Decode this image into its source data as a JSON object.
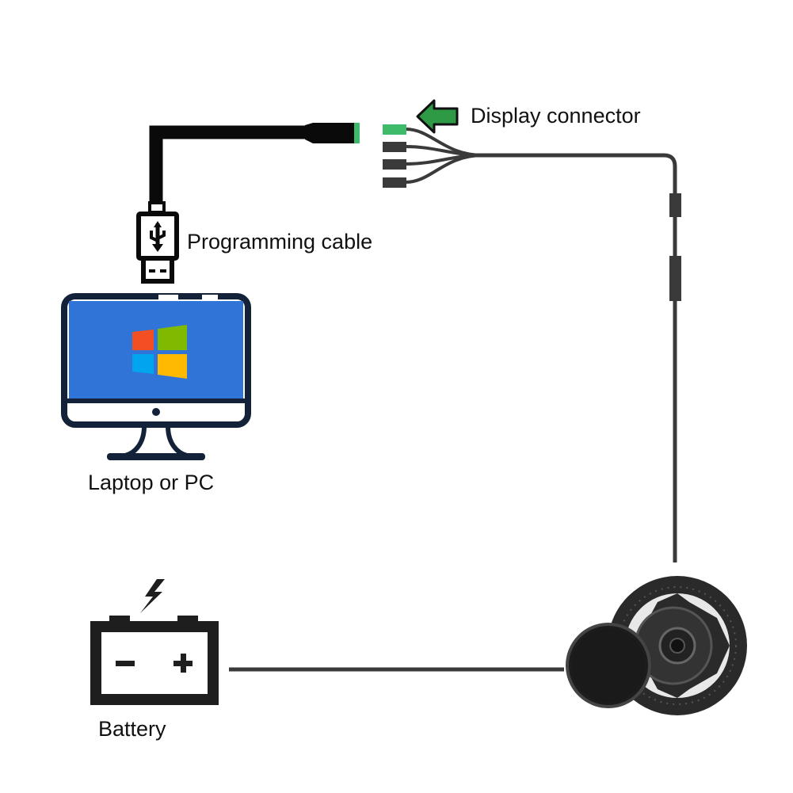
{
  "labels": {
    "display_connector": "Display connector",
    "programming_cable": "Programming cable",
    "computer": "Laptop or PC",
    "battery": "Battery"
  },
  "colors": {
    "background": "#ffffff",
    "cable_dark": "#3a3a3a",
    "cable_black": "#0a0a0a",
    "display_connector_green": "#3dbb6a",
    "arrow_green": "#2e9a46",
    "monitor_frame": "#132238",
    "monitor_screen": "#2f74d6",
    "win_red": "#f25022",
    "win_green": "#7fba00",
    "win_blue": "#00a4ef",
    "win_yellow": "#ffb900",
    "battery": "#1e1e1e",
    "motor": "#2a2a2a"
  },
  "icons": {
    "arrow": "arrow-left-icon",
    "usb": "usb-icon",
    "windows": "windows-logo-icon",
    "lightning": "lightning-icon",
    "battery": "battery-icon",
    "motor": "mid-drive-motor-icon"
  }
}
